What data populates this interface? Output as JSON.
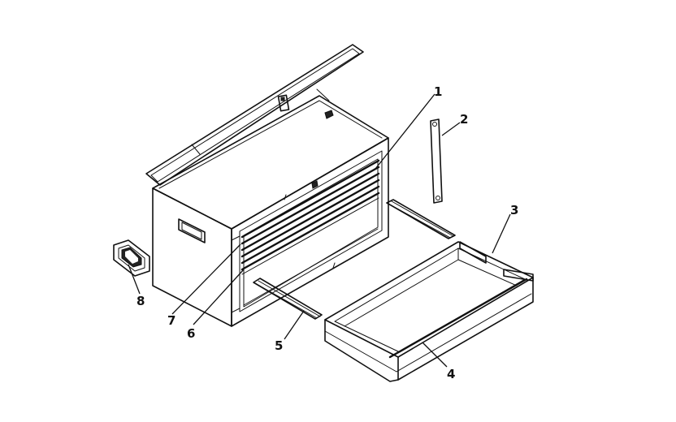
{
  "callouts": [
    {
      "id": "1",
      "text": "1"
    },
    {
      "id": "2",
      "text": "2"
    },
    {
      "id": "3",
      "text": "3"
    },
    {
      "id": "4",
      "text": "4"
    },
    {
      "id": "5",
      "text": "5"
    },
    {
      "id": "6",
      "text": "6"
    },
    {
      "id": "7",
      "text": "7"
    },
    {
      "id": "8",
      "text": "8"
    }
  ],
  "colors": {
    "line": "#111111",
    "background": "#ffffff"
  }
}
